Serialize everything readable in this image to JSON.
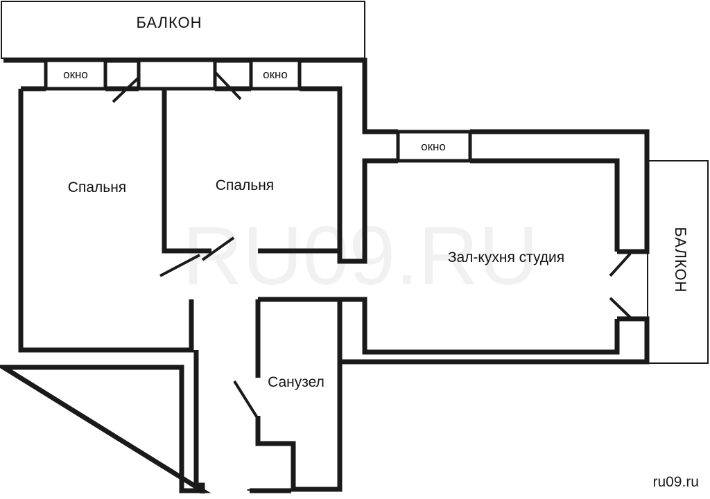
{
  "balconies": {
    "top": "БАЛКОН",
    "right": "БАЛКОН"
  },
  "windows": [
    "окно",
    "окно",
    "окно"
  ],
  "rooms": {
    "bedroom_left": "Спальня",
    "bedroom_middle": "Спальня",
    "living_kitchen": "Зал-кухня студия",
    "bathroom": "Санузел"
  },
  "watermark": "RU09.RU",
  "site_label": "ru09.ru"
}
